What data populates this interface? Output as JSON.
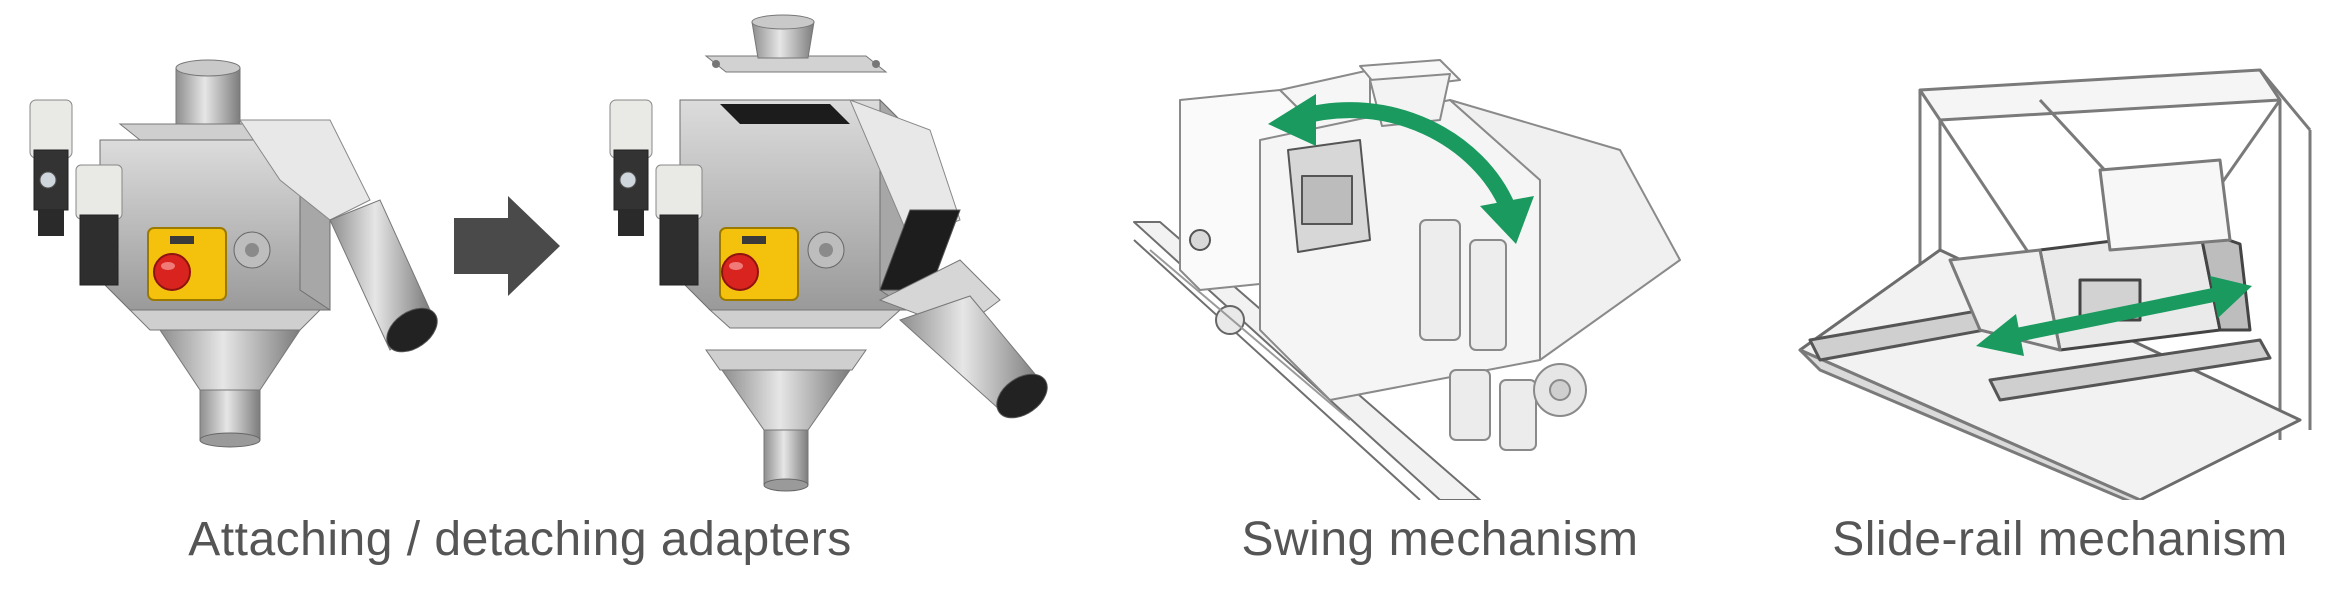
{
  "panels": [
    {
      "caption": "Attaching / detaching adapters"
    },
    {
      "caption": "Swing mechanism"
    },
    {
      "caption": "Slide-rail mechanism"
    }
  ],
  "colors": {
    "accent_arrow": "#1a9a5f",
    "flow_arrow": "#4a4a4a",
    "button_yellow": "#f4c20d",
    "button_red": "#d9231e",
    "steel": "#bfbfbf",
    "caption_text": "#555555"
  },
  "icons": {
    "flow_arrow": "right-arrow-icon",
    "swing_arrow": "curved-double-arrow-icon",
    "slide_arrow": "horizontal-double-arrow-icon"
  }
}
